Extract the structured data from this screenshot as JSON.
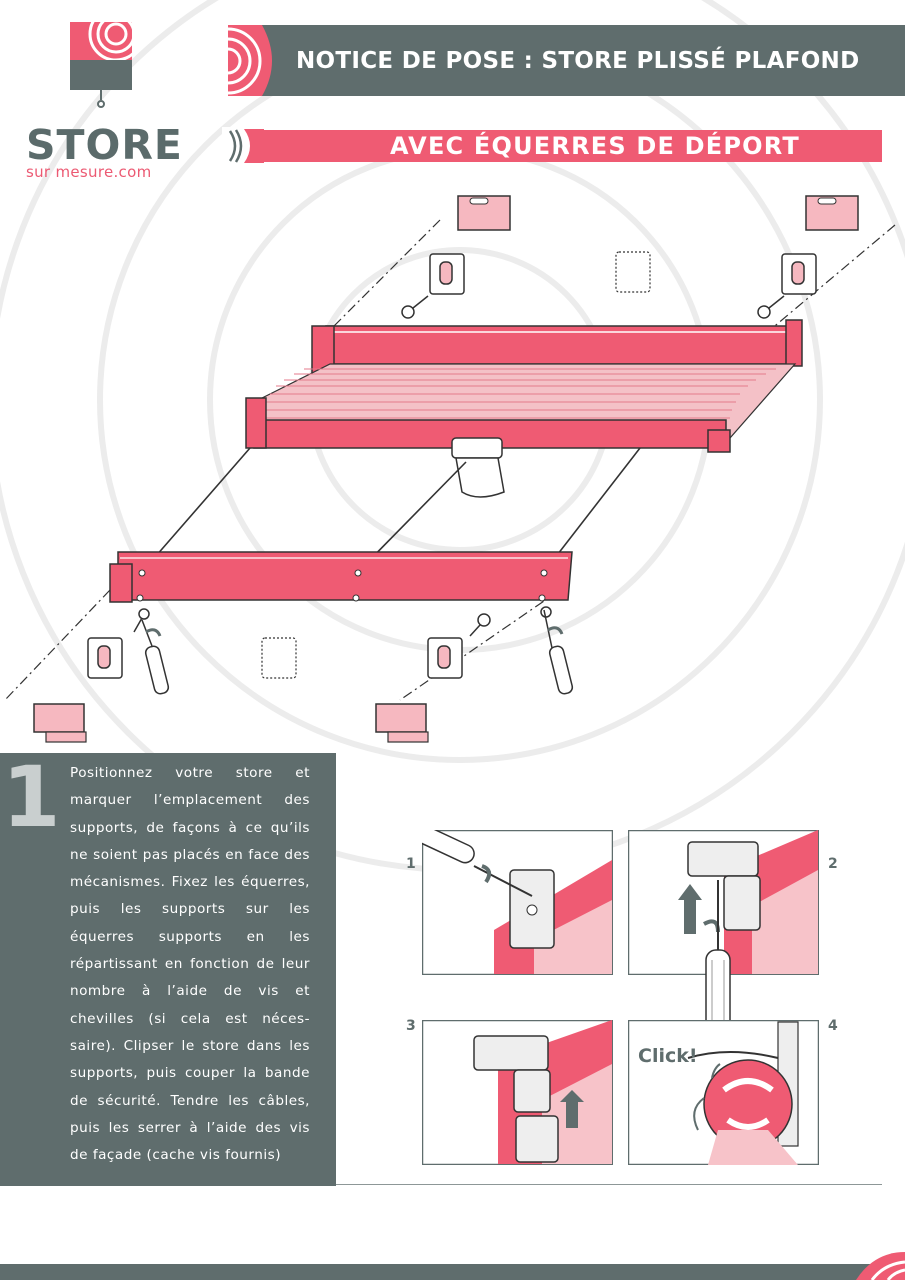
{
  "logo": {
    "brand": "STORE",
    "sub": "sur mesure.com"
  },
  "header": {
    "title": "NOTICE DE POSE : STORE PLISSÉ PLAFOND",
    "subtitle": "AVEC ÉQUERRES DE DÉPORT"
  },
  "step": {
    "number": "1",
    "text": "Positionnez votre store et marquer l’emplacement des supports, de façons à ce qu’ils ne soient pas placés en face des mécanismes. Fixez les équerres, puis les supports sur les équerres supports en les répartissant en fonction de leur nombre à l’aide de vis et chevilles (si cela est néces-saire). Clipser le store dans les supports, puis couper la bande de sécurité. Tendre les câbles, puis les serrer à l’aide des vis de façade (cache vis fournis)"
  },
  "details": {
    "labels": [
      "1",
      "2",
      "3",
      "4"
    ],
    "click": "Click!"
  },
  "colors": {
    "accent": "#ef5b73",
    "panel": "#5f6d6d",
    "bracket": "#f6b8c0"
  },
  "icons": [
    "screwdriver-icon",
    "screw-icon",
    "bracket-icon",
    "rotate-arrow-icon",
    "up-arrow-icon"
  ]
}
